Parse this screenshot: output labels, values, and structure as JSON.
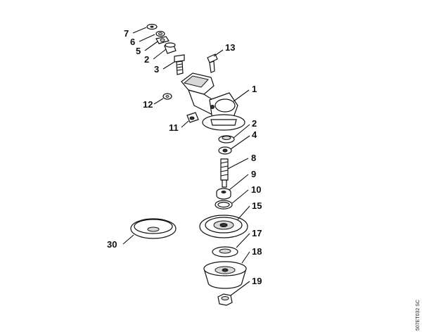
{
  "callouts": [
    {
      "id": "c7",
      "label": "7"
    },
    {
      "id": "c6",
      "label": "6"
    },
    {
      "id": "c5",
      "label": "5"
    },
    {
      "id": "c2a",
      "label": "2"
    },
    {
      "id": "c3",
      "label": "3"
    },
    {
      "id": "c13",
      "label": "13"
    },
    {
      "id": "c1",
      "label": "1"
    },
    {
      "id": "c12",
      "label": "12"
    },
    {
      "id": "c11",
      "label": "11"
    },
    {
      "id": "c2b",
      "label": "2"
    },
    {
      "id": "c4",
      "label": "4"
    },
    {
      "id": "c8",
      "label": "8"
    },
    {
      "id": "c9",
      "label": "9"
    },
    {
      "id": "c10",
      "label": "10"
    },
    {
      "id": "c15",
      "label": "15"
    },
    {
      "id": "c30",
      "label": "30"
    },
    {
      "id": "c17",
      "label": "17"
    },
    {
      "id": "c18",
      "label": "18"
    },
    {
      "id": "c19",
      "label": "19"
    }
  ],
  "drawing_code": "507ET032 SC"
}
